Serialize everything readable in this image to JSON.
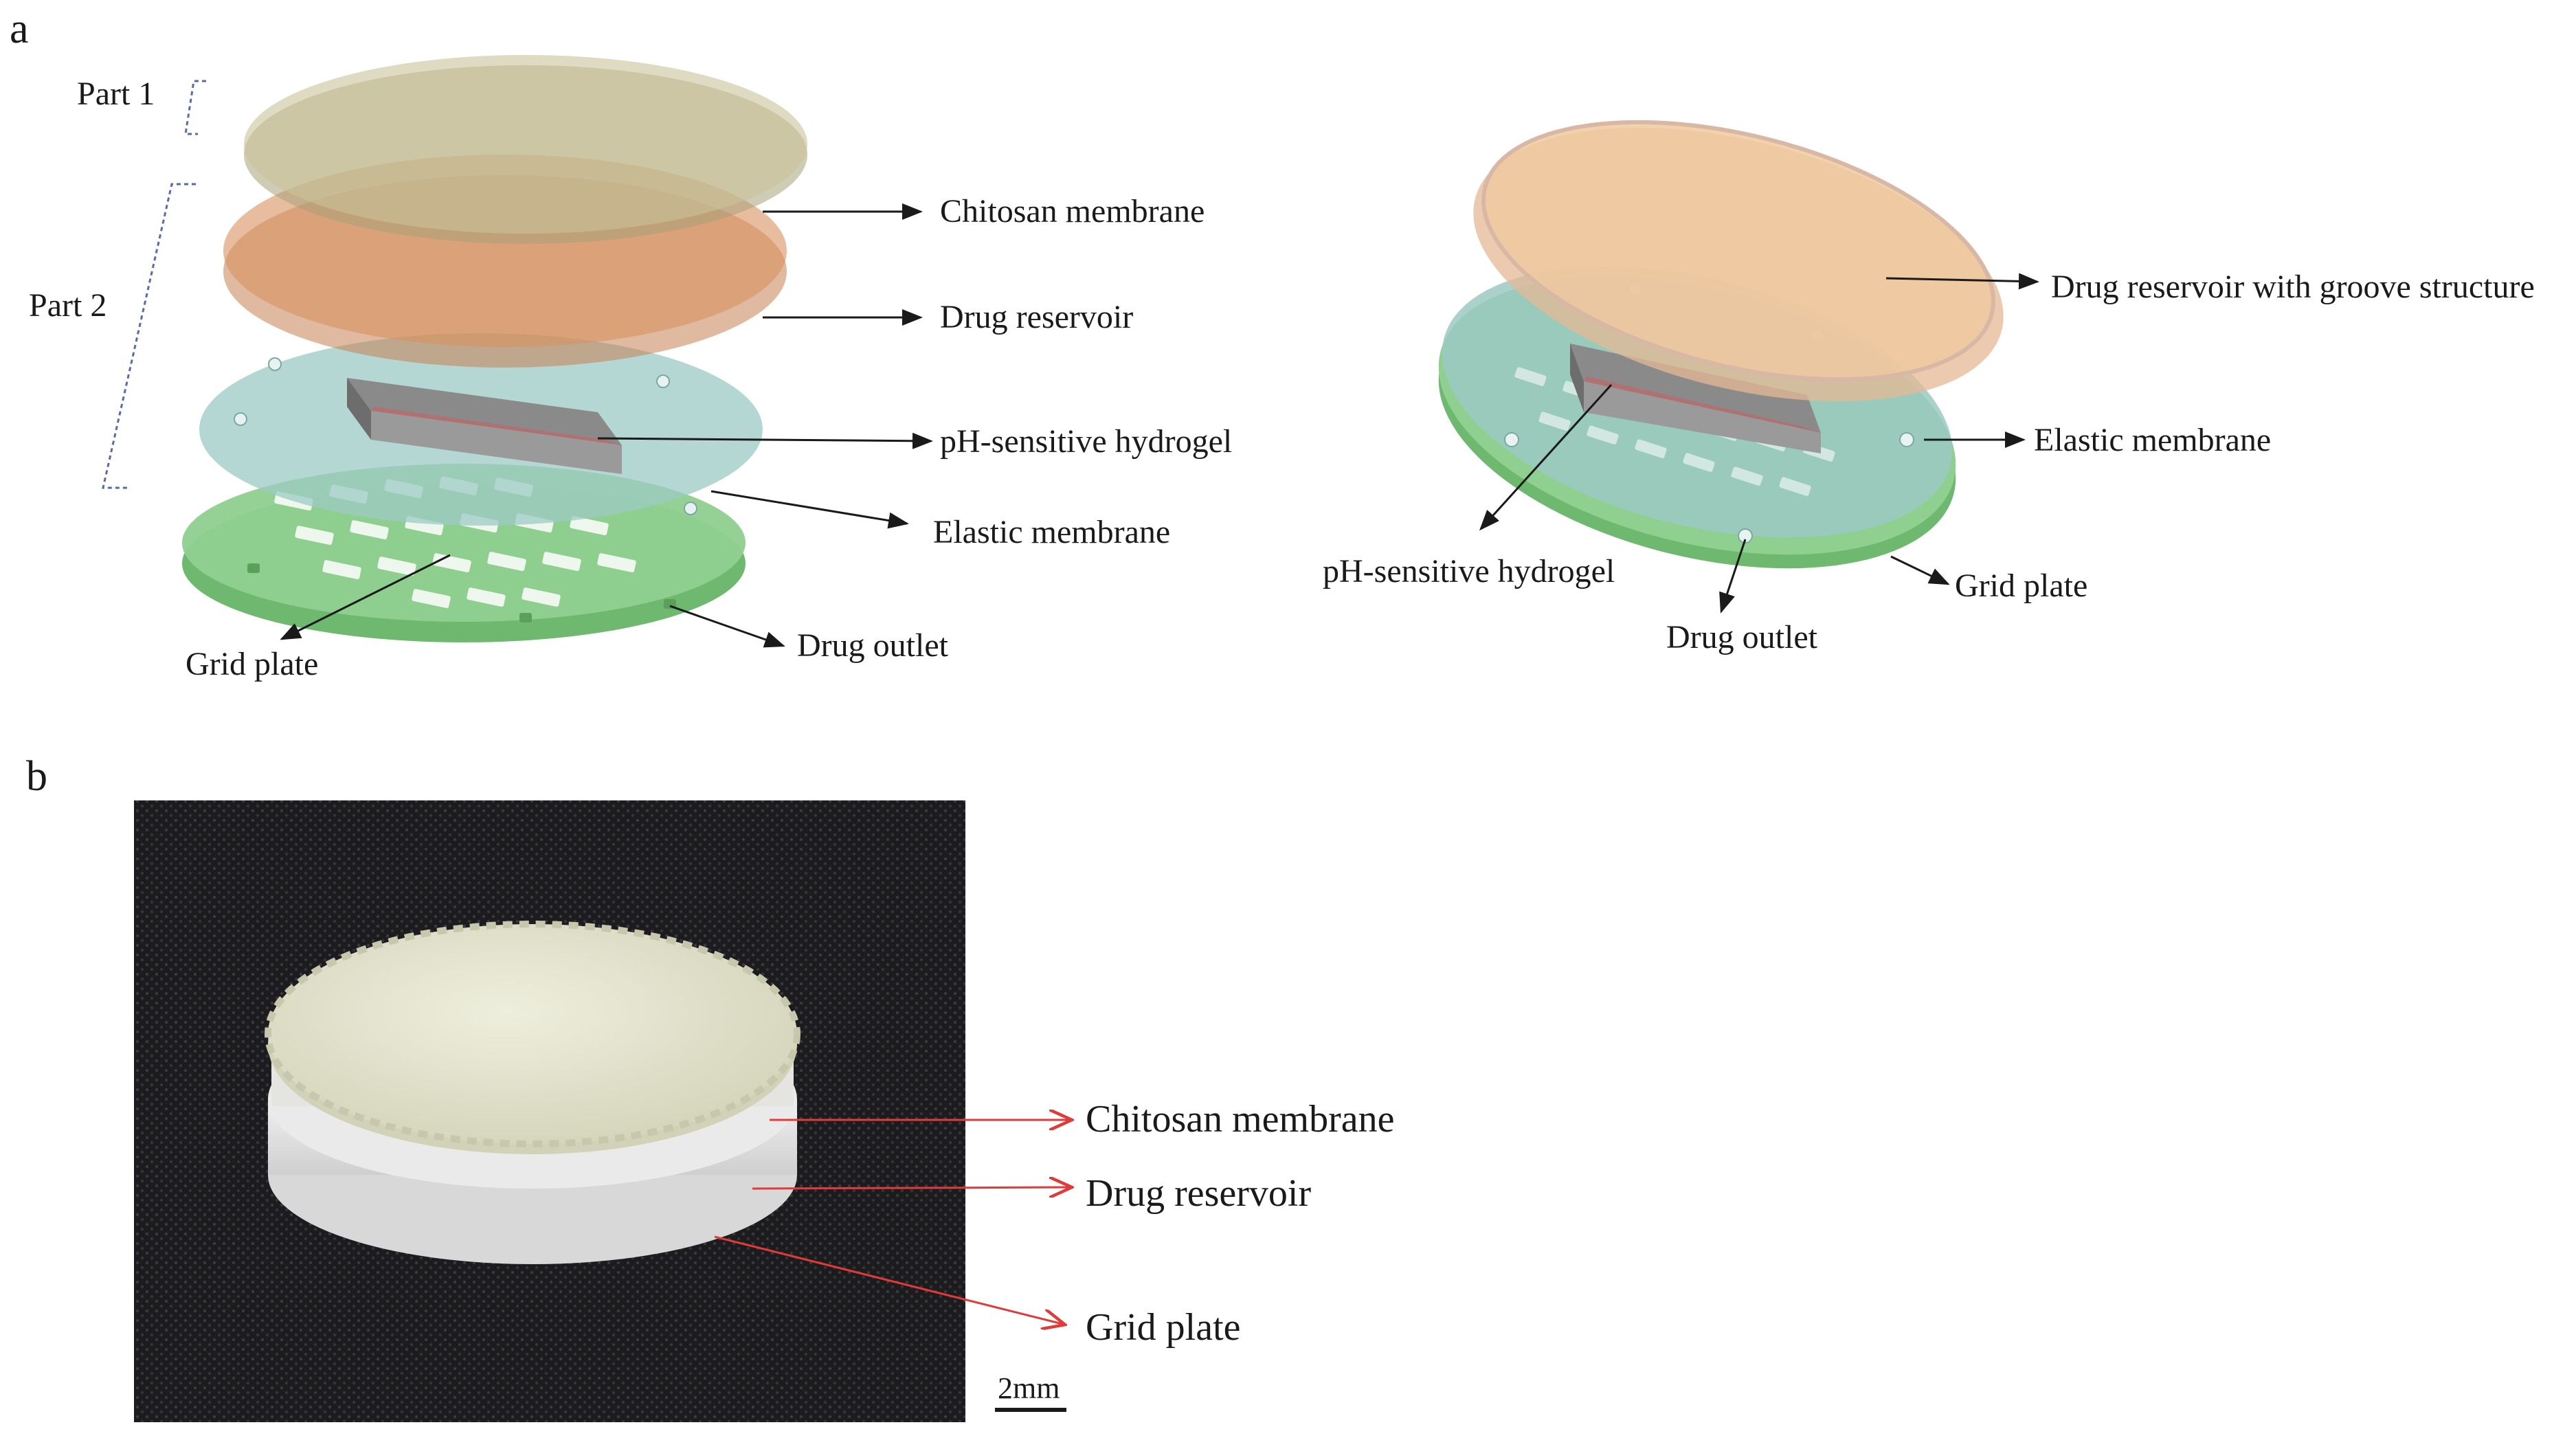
{
  "panel_a": {
    "letter": "a",
    "left": {
      "part1": "Part 1",
      "part2": "Part 2",
      "chitosan": "Chitosan membrane",
      "reservoir": "Drug reservoir",
      "hydrogel": "pH-sensitive hydrogel",
      "elastic": "Elastic membrane",
      "grid": "Grid plate",
      "outlet": "Drug outlet"
    },
    "right": {
      "reservoir_groove": "Drug reservoir with groove structure",
      "elastic": "Elastic membrane",
      "hydrogel": "pH-sensitive hydrogel",
      "grid": "Grid plate",
      "outlet": "Drug outlet"
    }
  },
  "panel_b": {
    "letter": "b",
    "chitosan": "Chitosan membrane",
    "reservoir": "Drug reservoir",
    "grid": "Grid plate",
    "scale": "2mm"
  },
  "colors": {
    "chitosan_fill": "#c9c29a",
    "reservoir_fill": "#d9915f",
    "elastic_fill": "#9cc9c4",
    "grid_fill": "#8fcf8f",
    "reservoir_right": "#eec9a0",
    "photo_bg": "#1c1c1f",
    "device_top": "#e6e6d2",
    "arrow_red": "#e03a3a",
    "arrow_black": "#1a1a1a"
  }
}
